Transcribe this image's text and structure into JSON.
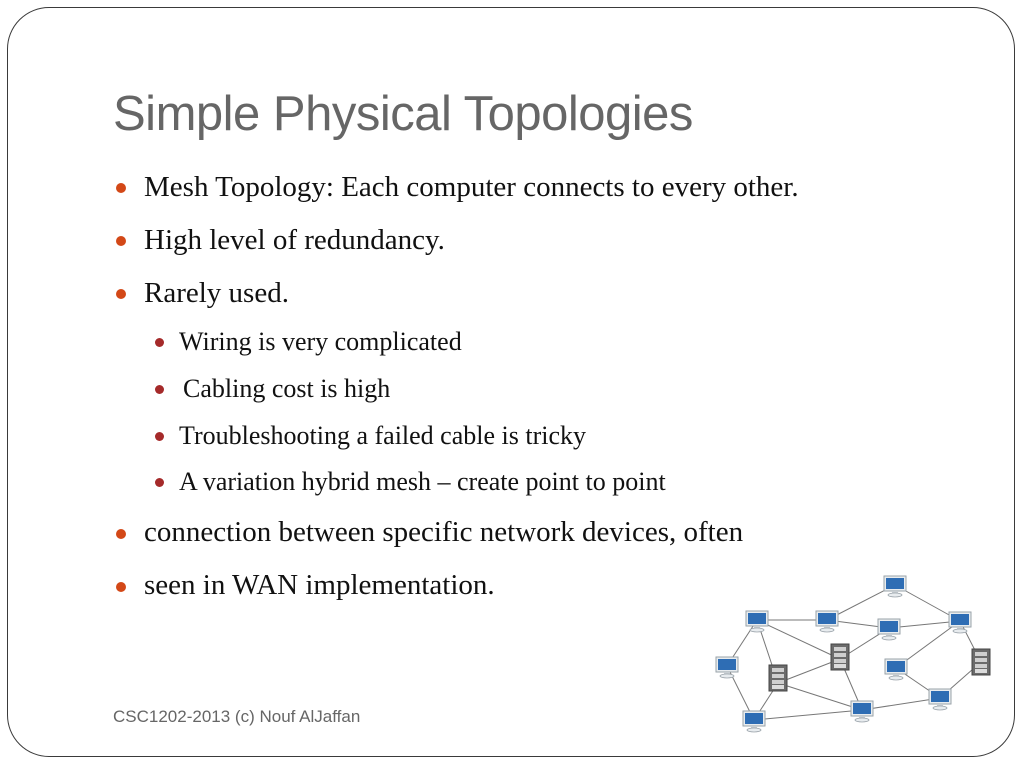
{
  "slide": {
    "title": "Simple Physical Topologies",
    "bullets": [
      {
        "level": 1,
        "text": "Mesh Topology: Each computer connects to every other."
      },
      {
        "level": 1,
        "text": "High level of redundancy."
      },
      {
        "level": 1,
        "text": "Rarely used."
      },
      {
        "level": 2,
        "text": "Wiring is very complicated"
      },
      {
        "level": 2,
        "text": "Cabling cost is high"
      },
      {
        "level": 2,
        "text": "Troubleshooting a failed cable is tricky"
      },
      {
        "level": 2,
        "text": "A variation hybrid mesh – create point to point"
      },
      {
        "level": 1,
        "text": "connection between specific network devices, often"
      },
      {
        "level": 1,
        "text": "seen in WAN implementation."
      }
    ],
    "footer": "CSC1202-2013 (c) Nouf AlJaffan",
    "diagram": {
      "name": "mesh-network-diagram",
      "node_types": {
        "computer": "monitor-icon",
        "server": "server-icon"
      }
    },
    "colors": {
      "title": "#666666",
      "bullet_level1": "#d34817",
      "bullet_level2": "#a52a2a",
      "monitor_screen": "#2e6db4",
      "server": "#6b6b6b"
    }
  }
}
